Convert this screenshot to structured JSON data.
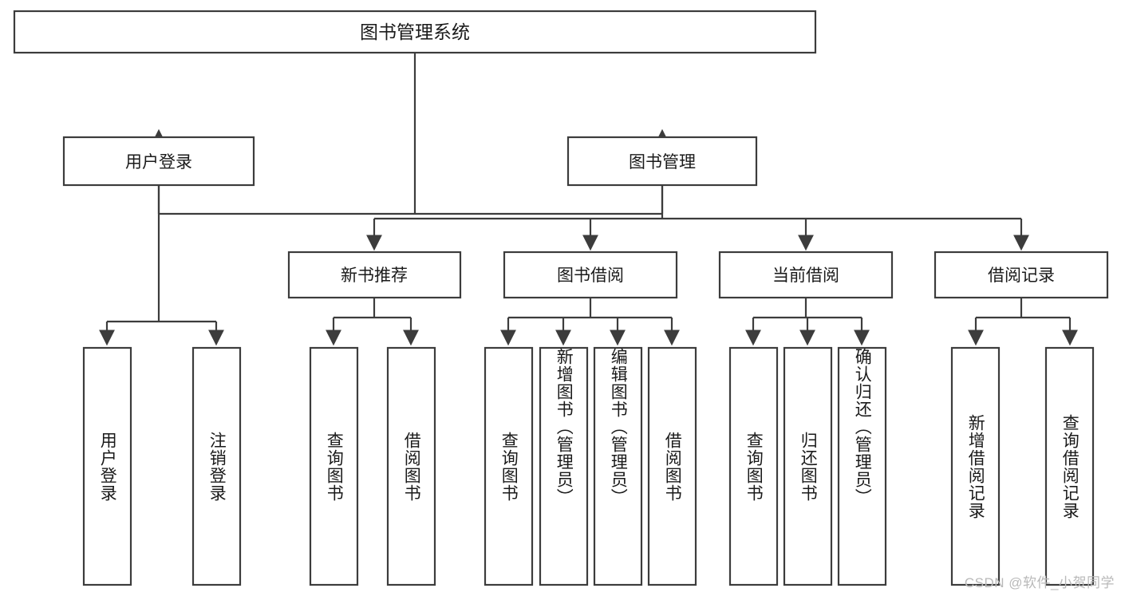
{
  "diagram": {
    "type": "tree-hierarchy-chart",
    "title": "图书管理系统",
    "watermark": "CSDN @软件_小贺同学",
    "colors": {
      "stroke": "#3c3c3c",
      "fill": "#ffffff",
      "text": "#1a1a1a",
      "watermark": "#b9b9b9",
      "background": "#ffffff"
    },
    "root": {
      "label": "图书管理系统"
    },
    "level2": [
      {
        "label": "用户登录"
      },
      {
        "label": "图书管理"
      }
    ],
    "level3": [
      {
        "label": "新书推荐"
      },
      {
        "label": "图书借阅"
      },
      {
        "label": "当前借阅"
      },
      {
        "label": "借阅记录"
      }
    ],
    "leaves": {
      "user_login": [
        {
          "label": "用户登录"
        },
        {
          "label": "注销登录"
        }
      ],
      "new_book_recommend": [
        {
          "label": "查询图书"
        },
        {
          "label": "借阅图书"
        }
      ],
      "book_borrow": [
        {
          "label": "查询图书"
        },
        {
          "label": "新增图书（管理员）"
        },
        {
          "label": "编辑图书（管理员）"
        },
        {
          "label": "借阅图书"
        }
      ],
      "current_borrow": [
        {
          "label": "查询图书"
        },
        {
          "label": "归还图书"
        },
        {
          "label": "确认归还（管理员）"
        }
      ],
      "borrow_record": [
        {
          "label": "新增借阅记录"
        },
        {
          "label": "查询借阅记录"
        }
      ]
    }
  }
}
